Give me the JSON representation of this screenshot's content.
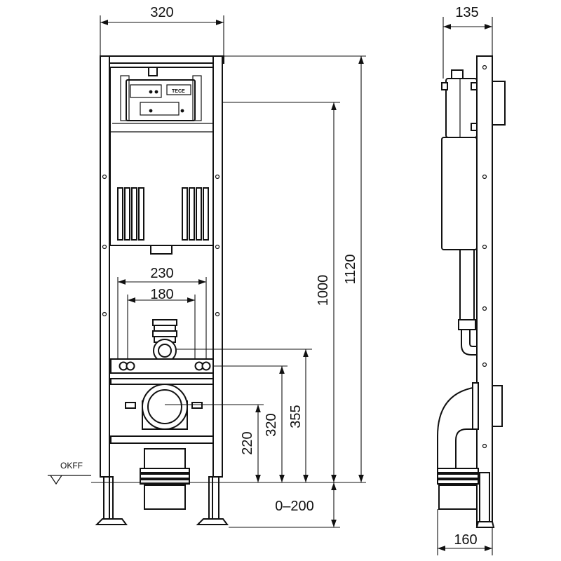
{
  "front_view": {
    "dims": {
      "width": "320",
      "height_total": "1120",
      "height_actuation": "1000",
      "bolt_spacing_outer": "230",
      "bolt_spacing_inner": "180",
      "h_355": "355",
      "h_320": "320",
      "h_220": "220",
      "adjust_range": "0–200"
    },
    "floor_label": "OKFF",
    "logo_text": "TECE"
  },
  "side_view": {
    "dims": {
      "depth_top": "135",
      "depth_bottom": "160"
    }
  }
}
